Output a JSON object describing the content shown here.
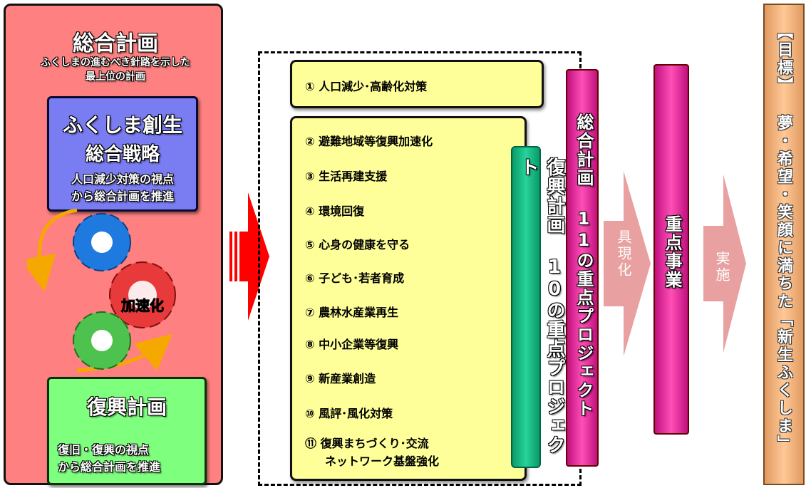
{
  "left": {
    "title": "総合計画",
    "subtitle_line1": "ふくしまの進むべき針路を示した",
    "subtitle_line2": "最上位の計画",
    "strategy_title1": "ふくしま創生",
    "strategy_title2": "総合戦略",
    "strategy_sub1": "人口減少対策の視点",
    "strategy_sub2": "から総合計画を推進",
    "accel_label": "加速化",
    "recon_title": "復興計画",
    "recon_sub1": "復旧・復興の視点",
    "recon_sub2": "から総合計画を推進"
  },
  "projects": {
    "top_item": "① 人口減少･高齢化対策",
    "items": [
      "② 避難地域等復興加速化",
      "③ 生活再建支援",
      "④ 環境回復",
      "⑤ 心身の健康を守る",
      "⑥ 子ども･若者育成",
      "⑦ 農林水産業再生",
      "⑧ 中小企業等復興",
      "⑨ 新産業創造",
      "⑩ 風評･風化対策",
      "⑪ 復興まちづくり･交流",
      "ネットワーク基盤強化"
    ],
    "recon_bar_label": "復興計画 10の重点プロジェクト"
  },
  "bars": {
    "plan_bar_label": "総合計画 11の重点プロジェクト",
    "arrow1_label": "具現化",
    "key_projects_label": "重点事業",
    "arrow2_label": "実施",
    "goal_label": "【目標】 夢・希望・笑顔に満ちた「新生ふくしま」"
  },
  "colors": {
    "left_panel": "#ff8080",
    "strategy_box": "#7a7cf2",
    "recon_box": "#7eff7e",
    "project_box": "#ffff99",
    "red_arrow": "#ff0000",
    "magenta_bar": "#ff4fb6",
    "green_bar": "#27d39a",
    "goal_bar": "#ffc896",
    "pink_arrow": "#e8a0a0"
  },
  "icons": [
    "blue-gear-icon",
    "red-gear-icon",
    "green-gear-icon",
    "cycle-arrow-icon"
  ]
}
